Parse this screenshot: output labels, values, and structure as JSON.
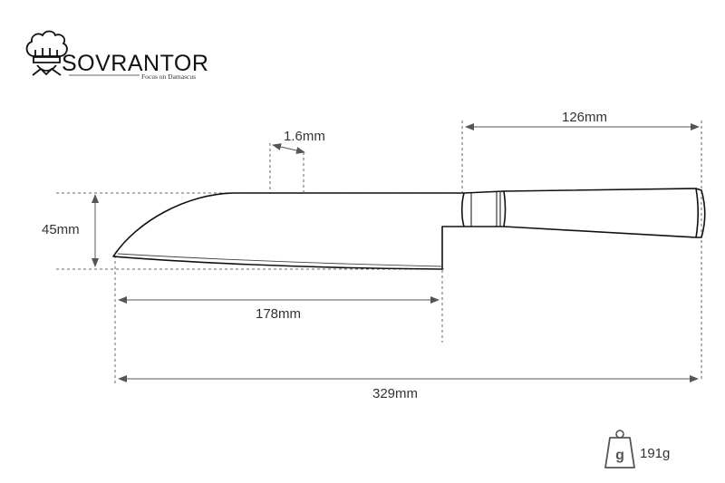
{
  "brand": {
    "name": "SOVRANTOR",
    "tagline": "Focus on Damascus"
  },
  "dimensions": {
    "handle_length": "126mm",
    "blade_thickness": "1.6mm",
    "blade_height": "45mm",
    "blade_length": "178mm",
    "total_length": "329mm"
  },
  "weight": {
    "icon_letter": "g",
    "value": "191g"
  },
  "colors": {
    "line": "#111111",
    "dimension": "#555555",
    "text": "#333333"
  },
  "icons": {
    "logo": "chef-hat-icon",
    "weight": "weight-icon"
  }
}
